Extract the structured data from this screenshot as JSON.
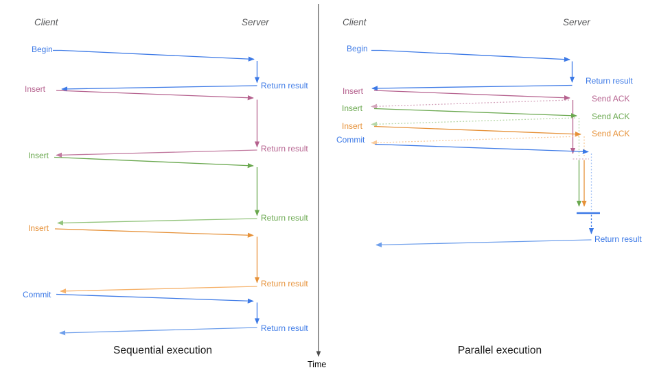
{
  "palette": {
    "blue": "#3c79e6",
    "blue_mid": "#6d9eeb",
    "blue_pale": "#a4c2f4",
    "pink": "#b5618e",
    "pink_mid": "#c27ba0",
    "pink_pale": "#d5a6bd",
    "green": "#6aa84f",
    "green_mid": "#93c47d",
    "green_pale": "#b6d7a8",
    "orange": "#e69138",
    "orange_mid": "#f6b26b",
    "orange_pale": "#f9cb9c",
    "axis": "#4d4d4d",
    "lifeline_text": "#58595b",
    "caption_text": "#1a1a1a"
  },
  "time_axis": {
    "label": "Time"
  },
  "left": {
    "caption": "Sequential execution",
    "client_label": "Client",
    "server_label": "Server",
    "calls": [
      {
        "request": "Begin",
        "response": "Return result",
        "color": "blue"
      },
      {
        "request": "Insert",
        "response": "Return result",
        "color": "pink"
      },
      {
        "request": "Insert",
        "response": "Return result",
        "color": "green"
      },
      {
        "request": "Insert",
        "response": "Return result",
        "color": "orange"
      },
      {
        "request": "Commit",
        "response": "Return result",
        "color": "blue"
      }
    ]
  },
  "right": {
    "caption": "Parallel execution",
    "client_label": "Client",
    "server_label": "Server",
    "calls": [
      {
        "request": "Begin",
        "response": "Return result",
        "color": "blue"
      },
      {
        "request": "Insert",
        "response": "Send ACK",
        "color": "pink"
      },
      {
        "request": "Insert",
        "response": "Send ACK",
        "color": "green"
      },
      {
        "request": "Insert",
        "response": "Send ACK",
        "color": "orange"
      },
      {
        "request": "Commit",
        "response": "Return result",
        "color": "blue"
      }
    ]
  }
}
